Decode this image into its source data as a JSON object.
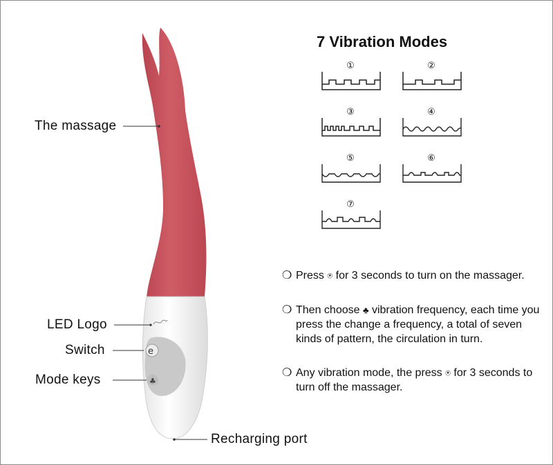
{
  "title": "7 Vibration Modes",
  "callouts": {
    "massage": "The massage",
    "led_logo": "LED Logo",
    "switch": "Switch",
    "mode_keys": "Mode keys",
    "recharging_port": "Recharging port"
  },
  "modes": [
    {
      "number": "①"
    },
    {
      "number": "②"
    },
    {
      "number": "③"
    },
    {
      "number": "④"
    },
    {
      "number": "⑤"
    },
    {
      "number": "⑥"
    },
    {
      "number": "⑦"
    }
  ],
  "instructions": {
    "bullet": "❍",
    "power_icon_glyph": "⍟",
    "mode_icon_glyph": "♣",
    "item1_pre": "Press",
    "item1_post": "for 3 seconds to turn on the massager.",
    "item2_pre": "Then choose",
    "item2_post": "vibration frequency, each time you press the change a frequency, a total of seven kinds of pattern, the circulation in turn.",
    "item3_pre": "Any vibration mode, the press",
    "item3_post": "for 3 seconds to turn off the massager."
  },
  "colors": {
    "body_red": "#c9525c",
    "handle_white": "#f4f4f4",
    "control_grey": "#c7c7c7"
  }
}
